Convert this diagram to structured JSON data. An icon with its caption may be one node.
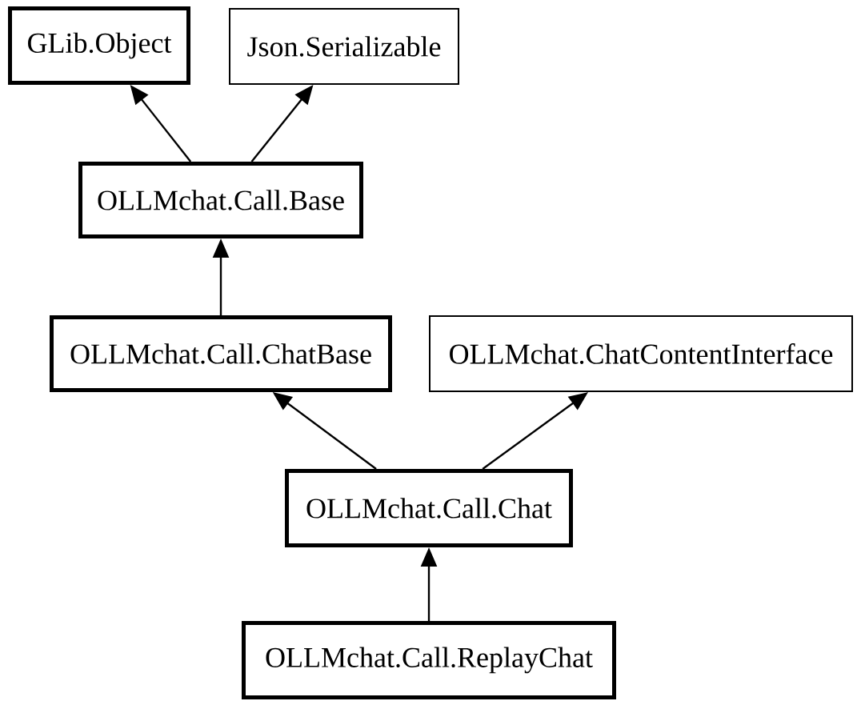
{
  "diagram": {
    "nodes": [
      {
        "text": [
          "GLib.Object"
        ]
      },
      {
        "text": [
          "Json.Serializable"
        ]
      },
      {
        "text": [
          "OLLMchat.Call.Base"
        ]
      },
      {
        "text": [
          "OLLMchat.Call.ChatBase"
        ]
      },
      {
        "text": [
          "OLLMchat.ChatContentInterface"
        ]
      },
      {
        "text": [
          "OLLMchat.Call.Chat"
        ]
      },
      {
        "text": [
          "OLLMchat.Call.ReplayChat"
        ]
      }
    ],
    "edges": [
      {
        "from": 2,
        "to": 0,
        "arrow": "to"
      },
      {
        "from": 2,
        "to": 1,
        "arrow": "to"
      },
      {
        "from": 3,
        "to": 2,
        "arrow": "to"
      },
      {
        "from": 5,
        "to": 3,
        "arrow": "to"
      },
      {
        "from": 5,
        "to": 4,
        "arrow": "to"
      },
      {
        "from": 6,
        "to": 5,
        "arrow": "to"
      }
    ]
  }
}
